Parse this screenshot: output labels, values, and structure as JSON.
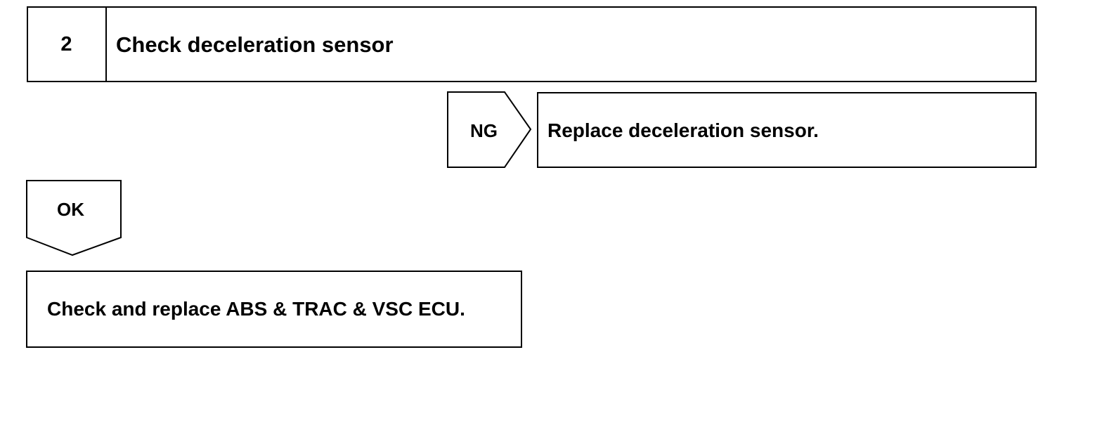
{
  "step": {
    "number": "2",
    "title": "Check deceleration sensor"
  },
  "ng_branch": {
    "label": "NG",
    "action": "Replace deceleration sensor."
  },
  "ok_branch": {
    "label": "OK",
    "action": "Check and replace ABS & TRAC & VSC ECU."
  }
}
